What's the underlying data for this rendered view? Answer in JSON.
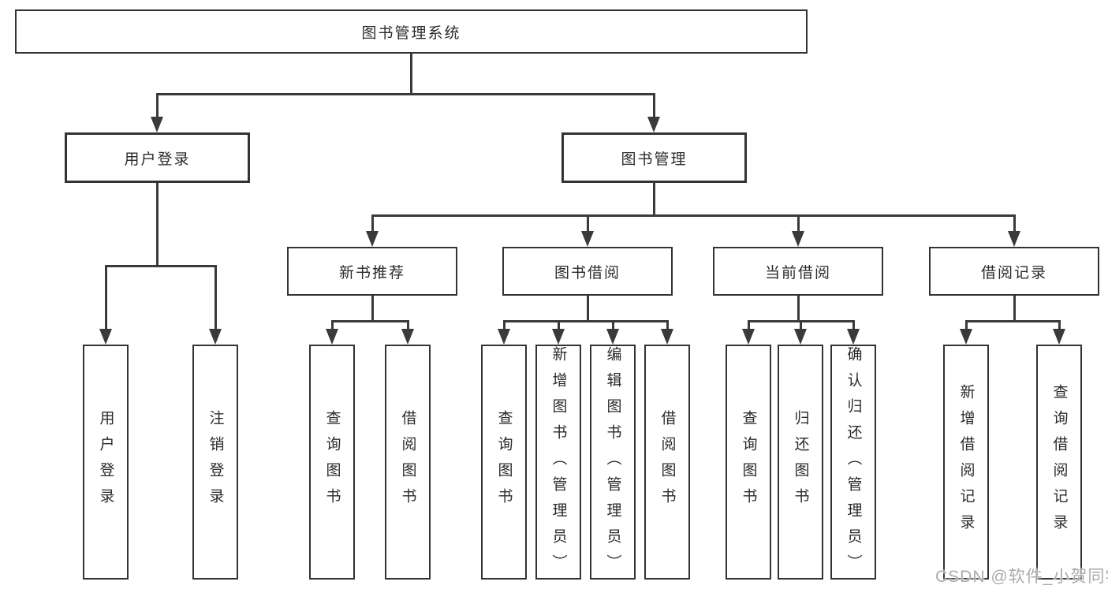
{
  "diagram": {
    "title_node": {
      "label": "图书管理系统"
    },
    "level2": [
      {
        "label": "用户登录"
      },
      {
        "label": "图书管理"
      }
    ],
    "level3": [
      {
        "label": "新书推荐",
        "parent": "图书管理"
      },
      {
        "label": "图书借阅",
        "parent": "图书管理"
      },
      {
        "label": "当前借阅",
        "parent": "图书管理"
      },
      {
        "label": "借阅记录",
        "parent": "图书管理"
      }
    ],
    "leaves": [
      {
        "label": "用户登录",
        "parent": "用户登录"
      },
      {
        "label": "注销登录",
        "parent": "用户登录"
      },
      {
        "label": "查询图书",
        "parent": "新书推荐"
      },
      {
        "label": "借阅图书",
        "parent": "新书推荐"
      },
      {
        "label": "查询图书",
        "parent": "图书借阅"
      },
      {
        "label": "新增图书（管理员）",
        "parent": "图书借阅"
      },
      {
        "label": "编辑图书（管理员）",
        "parent": "图书借阅"
      },
      {
        "label": "借阅图书",
        "parent": "图书借阅"
      },
      {
        "label": "查询图书",
        "parent": "当前借阅"
      },
      {
        "label": "归还图书",
        "parent": "当前借阅"
      },
      {
        "label": "确认归还（管理员）",
        "parent": "当前借阅"
      },
      {
        "label": "新增借阅记录",
        "parent": "借阅记录"
      },
      {
        "label": "查询借阅记录",
        "parent": "借阅记录"
      }
    ]
  },
  "watermark": {
    "text": "CSDN @软件_小贺同学"
  },
  "colors": {
    "line": "#3a3a3a",
    "border": "#333333",
    "text": "#2b2b2b",
    "box_background": "#ffffff",
    "page_background": "#ffffff",
    "watermark": "#ababab"
  }
}
